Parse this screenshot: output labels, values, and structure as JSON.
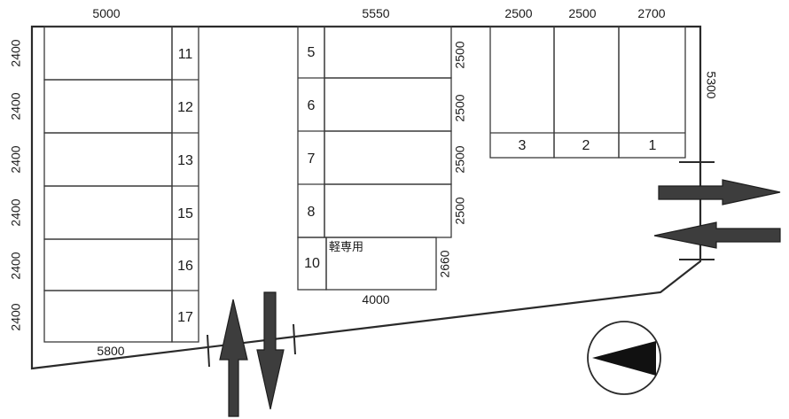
{
  "dimensions": {
    "left_top_width": "5000",
    "middle_top_width": "5550",
    "bay3_width": "2500",
    "bay2_width": "2500",
    "bay1_width": "2700",
    "right_depth": "5300",
    "left_heights": [
      "2400",
      "2400",
      "2400",
      "2400",
      "2400",
      "2400"
    ],
    "middle_heights": [
      "2500",
      "2500",
      "2500",
      "2500"
    ],
    "kei_height": "2660",
    "kei_width": "4000",
    "bottom_width": "5800"
  },
  "spaces": {
    "left": [
      "11",
      "12",
      "13",
      "15",
      "16",
      "17"
    ],
    "middle": [
      "5",
      "6",
      "7",
      "8"
    ],
    "kei": "10",
    "top_right": [
      "3",
      "2",
      "1"
    ]
  },
  "kei_label": "軽専用",
  "colors": {
    "line": "#2a2a2a",
    "arrow_fill": "#3d3d3d"
  }
}
